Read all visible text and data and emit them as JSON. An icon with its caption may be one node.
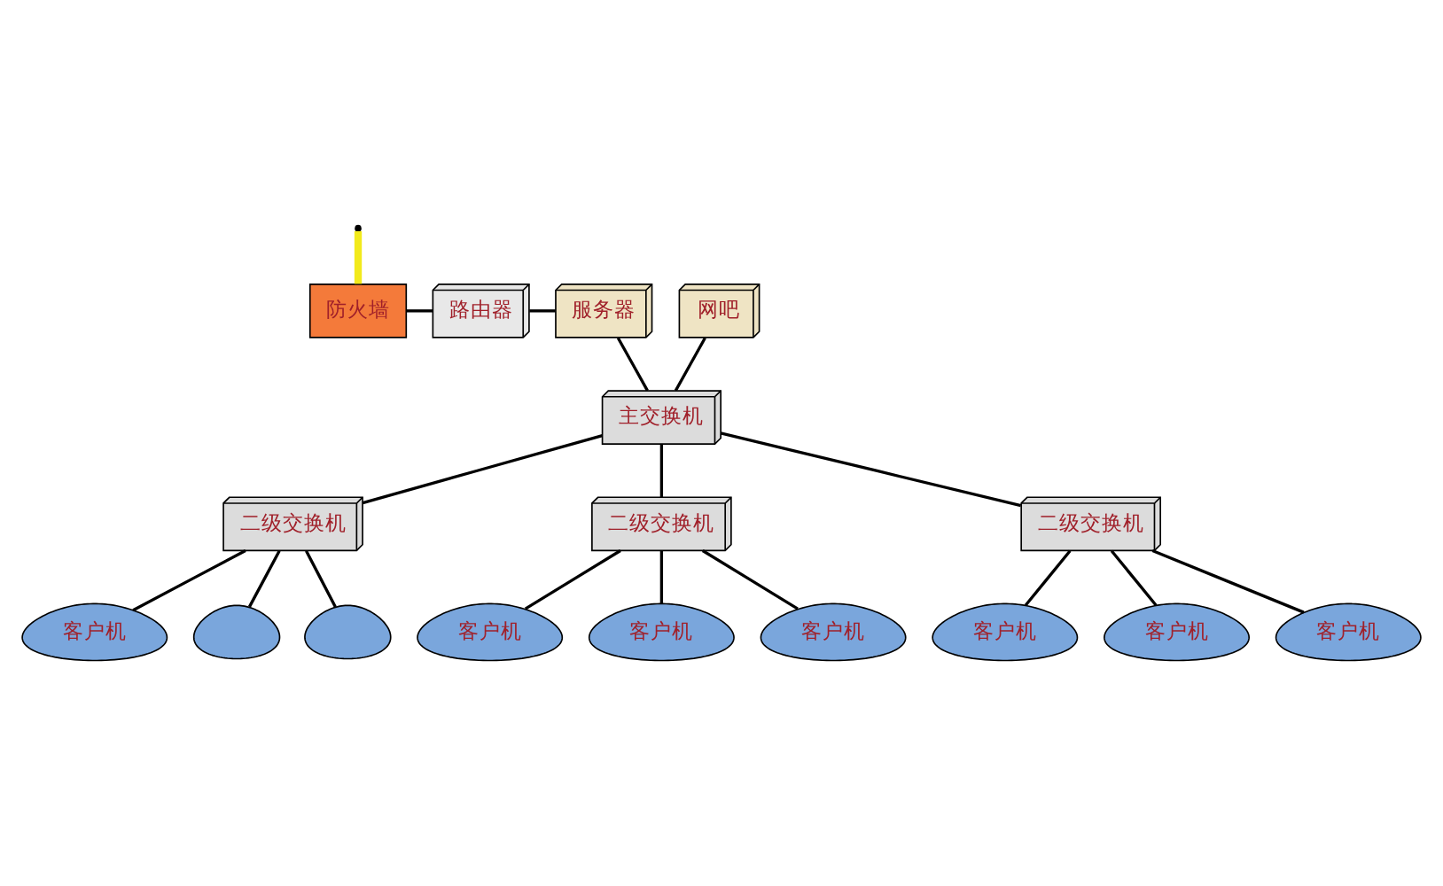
{
  "diagram": {
    "nodes": [
      {
        "text": [
          "防火墙"
        ]
      },
      {
        "text": [
          "路由器"
        ]
      },
      {
        "text": [
          "服务器"
        ]
      },
      {
        "text": [
          "网吧"
        ]
      },
      {
        "text": [
          "主交换机"
        ]
      },
      {
        "text": [
          "二级交换机"
        ]
      },
      {
        "text": [
          "二级交换机"
        ]
      },
      {
        "text": [
          "二级交换机"
        ]
      },
      {
        "text": [
          "客户机"
        ]
      },
      {
        "text": [],
        "shape": "person"
      },
      {
        "text": [],
        "shape": "person"
      },
      {
        "text": [
          "客户机"
        ]
      },
      {
        "text": [
          "客户机"
        ]
      },
      {
        "text": [
          "客户机"
        ]
      },
      {
        "text": [
          "客户机"
        ]
      },
      {
        "text": [
          "客户机"
        ]
      },
      {
        "text": [
          "客户机"
        ]
      }
    ],
    "edges": [
      {
        "from": null,
        "to": 0,
        "arrow": "none",
        "style": "thick",
        "color": "#f2ea1c"
      },
      {
        "from": 0,
        "to": 1,
        "arrow": "none"
      },
      {
        "from": 1,
        "to": 2,
        "arrow": "none"
      },
      {
        "from": 2,
        "to": 4,
        "arrow": "none"
      },
      {
        "from": 3,
        "to": 4,
        "arrow": "none"
      },
      {
        "from": 4,
        "to": 5,
        "arrow": "none"
      },
      {
        "from": 4,
        "to": 6,
        "arrow": "none"
      },
      {
        "from": 4,
        "to": 7,
        "arrow": "none"
      },
      {
        "from": 5,
        "to": 8,
        "arrow": "none"
      },
      {
        "from": 5,
        "to": 9,
        "arrow": "none"
      },
      {
        "from": 5,
        "to": 10,
        "arrow": "none"
      },
      {
        "from": 6,
        "to": 11,
        "arrow": "none"
      },
      {
        "from": 6,
        "to": 12,
        "arrow": "none"
      },
      {
        "from": 6,
        "to": 13,
        "arrow": "none"
      },
      {
        "from": 7,
        "to": 14,
        "arrow": "none"
      },
      {
        "from": 7,
        "to": 15,
        "arrow": "none"
      },
      {
        "from": 7,
        "to": 16,
        "arrow": "none"
      }
    ]
  }
}
